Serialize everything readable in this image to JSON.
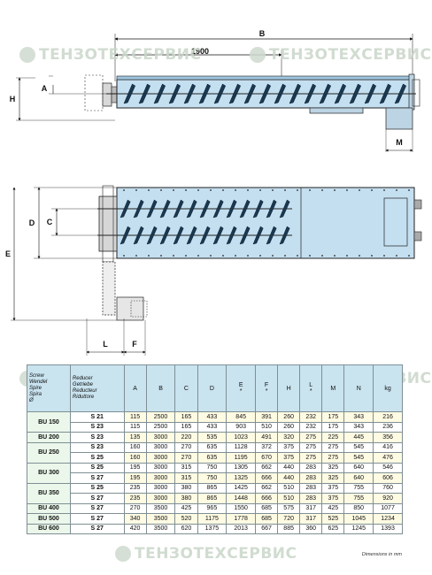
{
  "drawing": {
    "labels": {
      "B": "B",
      "len1900": "1900",
      "A": "A",
      "H": "H",
      "M": "M",
      "D": "D",
      "C": "C",
      "E": "E",
      "L": "L",
      "F": "F"
    }
  },
  "watermark": {
    "text": "ТЕНЗОТЕХСЕРВИС"
  },
  "table": {
    "header": {
      "col1": [
        "Screw",
        "Wendel",
        "Spire",
        "Spira",
        "Ø"
      ],
      "col2": [
        "Reducer",
        "Getriebe",
        "Reducteur",
        "Riduttore"
      ],
      "dims": [
        "A",
        "B",
        "C",
        "D",
        "E",
        "F",
        "H",
        "L",
        "M",
        "N",
        "kg"
      ],
      "stars": [
        "",
        "",
        "",
        "",
        "*",
        "*",
        "",
        "*",
        "",
        "",
        ""
      ]
    },
    "rows": [
      {
        "model": "BU 150",
        "gear": "S 21",
        "vals": [
          "115",
          "2500",
          "165",
          "433",
          "845",
          "391",
          "260",
          "232",
          "175",
          "343",
          "216"
        ]
      },
      {
        "model": "",
        "gear": "S 23",
        "vals": [
          "115",
          "2500",
          "165",
          "433",
          "903",
          "510",
          "260",
          "232",
          "175",
          "343",
          "236"
        ]
      },
      {
        "model": "BU 200",
        "gear": "S 23",
        "vals": [
          "135",
          "3000",
          "220",
          "535",
          "1023",
          "491",
          "320",
          "275",
          "225",
          "445",
          "356"
        ]
      },
      {
        "model": "BU 250",
        "gear": "S 23",
        "vals": [
          "160",
          "3000",
          "270",
          "635",
          "1128",
          "372",
          "375",
          "275",
          "275",
          "545",
          "416"
        ]
      },
      {
        "model": "",
        "gear": "S 25",
        "vals": [
          "160",
          "3000",
          "270",
          "635",
          "1195",
          "670",
          "375",
          "275",
          "275",
          "545",
          "476"
        ]
      },
      {
        "model": "BU 300",
        "gear": "S 25",
        "vals": [
          "195",
          "3000",
          "315",
          "750",
          "1305",
          "662",
          "440",
          "283",
          "325",
          "640",
          "546"
        ]
      },
      {
        "model": "",
        "gear": "S 27",
        "vals": [
          "195",
          "3000",
          "315",
          "750",
          "1325",
          "666",
          "440",
          "283",
          "325",
          "640",
          "606"
        ]
      },
      {
        "model": "BU 350",
        "gear": "S 25",
        "vals": [
          "235",
          "3000",
          "380",
          "865",
          "1425",
          "662",
          "510",
          "283",
          "375",
          "755",
          "760"
        ]
      },
      {
        "model": "",
        "gear": "S 27",
        "vals": [
          "235",
          "3000",
          "380",
          "865",
          "1448",
          "666",
          "510",
          "283",
          "375",
          "755",
          "920"
        ]
      },
      {
        "model": "BU 400",
        "gear": "S 27",
        "vals": [
          "270",
          "3500",
          "425",
          "965",
          "1550",
          "685",
          "575",
          "317",
          "425",
          "850",
          "1077"
        ]
      },
      {
        "model": "BU 500",
        "gear": "S 27",
        "vals": [
          "340",
          "3500",
          "520",
          "1175",
          "1778",
          "685",
          "720",
          "317",
          "525",
          "1045",
          "1234"
        ]
      },
      {
        "model": "BU 600",
        "gear": "S 27",
        "vals": [
          "420",
          "3500",
          "620",
          "1375",
          "2013",
          "667",
          "885",
          "360",
          "625",
          "1245",
          "1393"
        ]
      }
    ],
    "note": "Dimensions in mm"
  },
  "colors": {
    "body_blue": "#c4dff0",
    "outline": "#2a2a2a",
    "header_blue": "#c9e3ef",
    "row_yellow": "#fffbe3",
    "model_green": "#eaf7ea"
  }
}
